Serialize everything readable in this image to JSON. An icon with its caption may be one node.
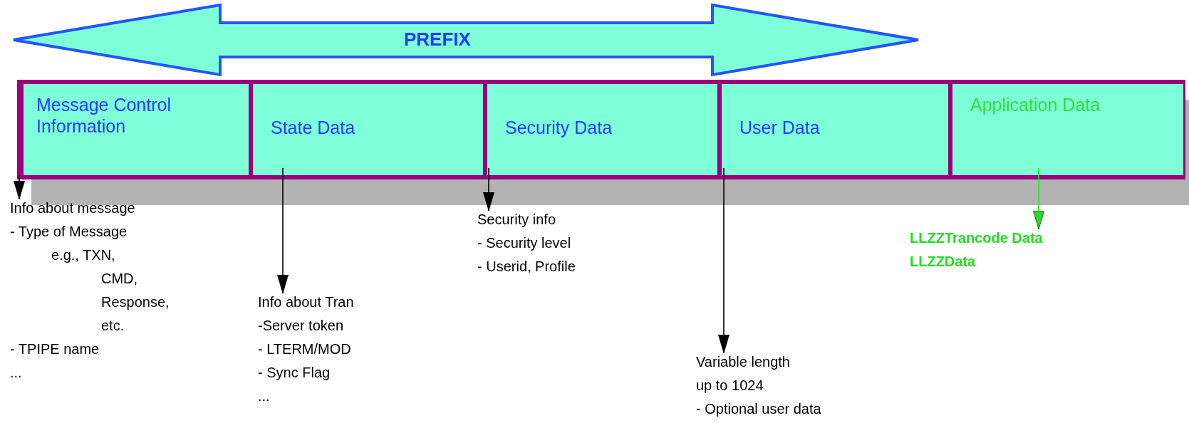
{
  "diagram": {
    "nodes": [
      {
        "text": [
          "PREFIX"
        ]
      },
      {
        "text": [
          "Message Control Information"
        ]
      },
      {
        "text": [
          "State Data"
        ]
      },
      {
        "text": [
          "Security Data"
        ]
      },
      {
        "text": [
          "User Data"
        ]
      },
      {
        "text": [
          "Application Data"
        ]
      },
      {
        "text": [
          "Info about message",
          "- Type of Message",
          "e.g., TXN,",
          "CMD,",
          "Response,",
          "etc.",
          "- TPIPE name",
          "..."
        ]
      },
      {
        "text": [
          "Info about Tran",
          "-Server token",
          "- LTERM/MOD",
          "- Sync Flag",
          "..."
        ]
      },
      {
        "text": [
          "Security info",
          "- Security level",
          "- Userid, Profile"
        ]
      },
      {
        "text": [
          "Variable length",
          "up to 1024",
          "- Optional user data"
        ]
      },
      {
        "text": [
          "LLZZTrancode Data",
          "LLZZData"
        ]
      }
    ],
    "edges": [
      {
        "from": 1,
        "to": 6,
        "arrow": "to"
      },
      {
        "from": 2,
        "to": 7,
        "arrow": "to"
      },
      {
        "from": 3,
        "to": 8,
        "arrow": "to"
      },
      {
        "from": 4,
        "to": 9,
        "arrow": "to"
      },
      {
        "from": 5,
        "to": 10,
        "arrow": "to",
        "color": "#22dd22"
      }
    ]
  }
}
